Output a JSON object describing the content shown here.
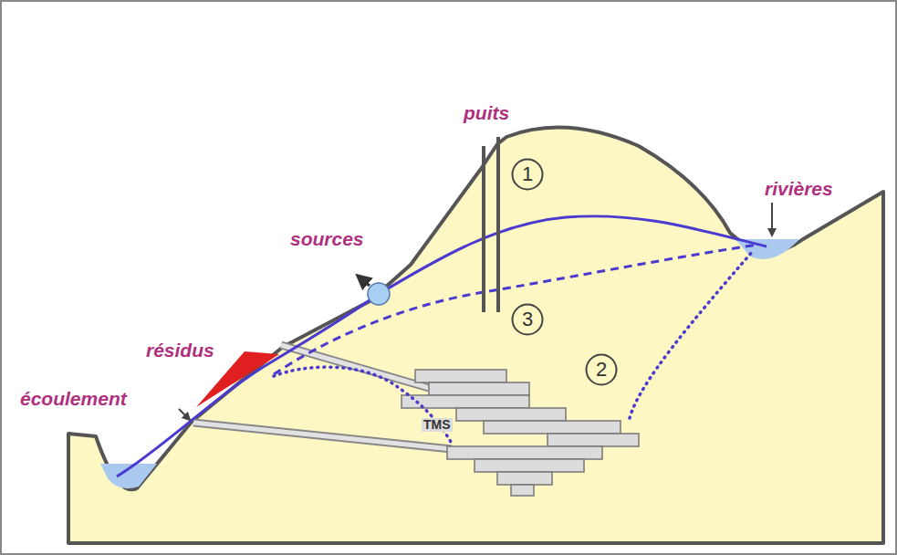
{
  "diagram": {
    "nodes": [
      {
        "text": [
          "1"
        ]
      },
      {
        "text": [
          "3"
        ]
      },
      {
        "text": [
          "2"
        ]
      }
    ],
    "labels": [
      "puits",
      "rivières",
      "sources",
      "résidus",
      "écoulement",
      "TMS"
    ]
  }
}
